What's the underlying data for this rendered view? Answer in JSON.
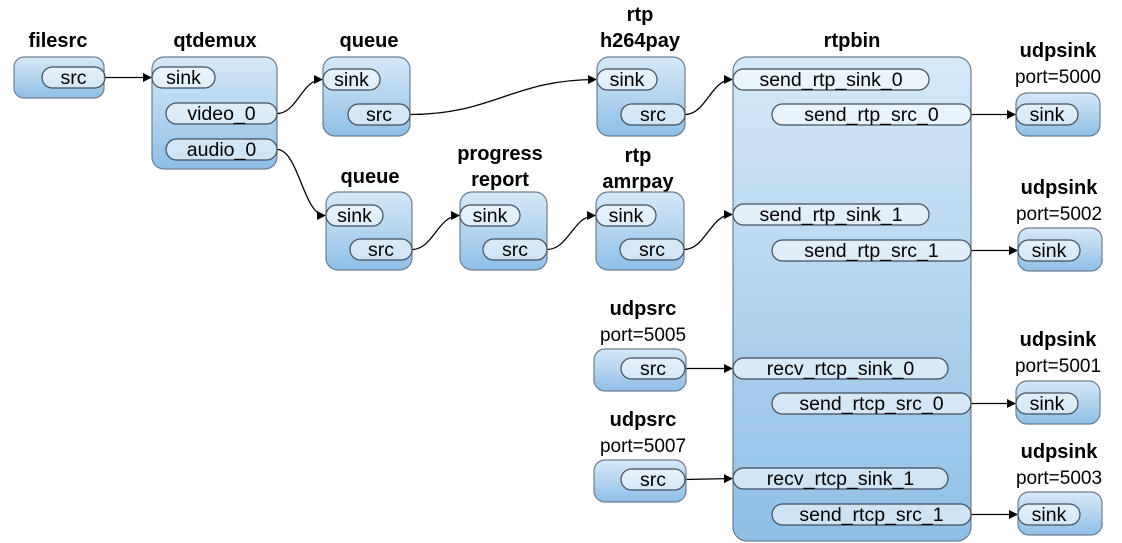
{
  "elements": {
    "filesrc": {
      "title": [
        "filesrc"
      ]
    },
    "qtdemux": {
      "title": [
        "qtdemux"
      ]
    },
    "queue1": {
      "title": [
        "queue"
      ]
    },
    "queue2": {
      "title": [
        "queue"
      ]
    },
    "h264pay": {
      "title": [
        "rtp",
        "h264pay"
      ]
    },
    "progress": {
      "title": [
        "progress",
        "report"
      ]
    },
    "amrpay": {
      "title": [
        "rtp",
        "amrpay"
      ]
    },
    "udpsrc1": {
      "title": [
        "udpsrc"
      ],
      "prop": "port=5005"
    },
    "udpsrc2": {
      "title": [
        "udpsrc"
      ],
      "prop": "port=5007"
    },
    "rtpbin": {
      "title": [
        "rtpbin"
      ]
    },
    "udpsink0": {
      "title": [
        "udpsink"
      ],
      "prop": "port=5000"
    },
    "udpsink1": {
      "title": [
        "udpsink"
      ],
      "prop": "port=5002"
    },
    "udpsink2": {
      "title": [
        "udpsink"
      ],
      "prop": "port=5001"
    },
    "udpsink3": {
      "title": [
        "udpsink"
      ],
      "prop": "port=5003"
    }
  },
  "pads": {
    "filesrc_src": "src",
    "qtdemux_sink": "sink",
    "qtdemux_video": "video_0",
    "qtdemux_audio": "audio_0",
    "queue1_sink": "sink",
    "queue1_src": "src",
    "queue2_sink": "sink",
    "queue2_src": "src",
    "h264pay_sink": "sink",
    "h264pay_src": "src",
    "progress_sink": "sink",
    "progress_src": "src",
    "amrpay_sink": "sink",
    "amrpay_src": "src",
    "udpsrc1_src": "src",
    "udpsrc2_src": "src",
    "rtpbin_send_rtp_sink_0": "send_rtp_sink_0",
    "rtpbin_send_rtp_src_0": "send_rtp_src_0",
    "rtpbin_send_rtp_sink_1": "send_rtp_sink_1",
    "rtpbin_send_rtp_src_1": "send_rtp_src_1",
    "rtpbin_recv_rtcp_sink_0": "recv_rtcp_sink_0",
    "rtpbin_send_rtcp_src_0": "send_rtcp_src_0",
    "rtpbin_recv_rtcp_sink_1": "recv_rtcp_sink_1",
    "rtpbin_send_rtcp_src_1": "send_rtcp_src_1",
    "udpsink0_sink": "sink",
    "udpsink1_sink": "sink",
    "udpsink2_sink": "sink",
    "udpsink3_sink": "sink"
  },
  "links": [
    {
      "from": "filesrc_src",
      "to": "qtdemux_sink"
    },
    {
      "from": "qtdemux_video",
      "to": "queue1_sink"
    },
    {
      "from": "qtdemux_audio",
      "to": "queue2_sink"
    },
    {
      "from": "queue1_src",
      "to": "h264pay_sink"
    },
    {
      "from": "queue2_src",
      "to": "progress_sink"
    },
    {
      "from": "progress_src",
      "to": "amrpay_sink"
    },
    {
      "from": "h264pay_src",
      "to": "rtpbin_send_rtp_sink_0"
    },
    {
      "from": "amrpay_src",
      "to": "rtpbin_send_rtp_sink_1"
    },
    {
      "from": "udpsrc1_src",
      "to": "rtpbin_recv_rtcp_sink_0"
    },
    {
      "from": "udpsrc2_src",
      "to": "rtpbin_recv_rtcp_sink_1"
    },
    {
      "from": "rtpbin_send_rtp_src_0",
      "to": "udpsink0_sink"
    },
    {
      "from": "rtpbin_send_rtp_src_1",
      "to": "udpsink1_sink"
    },
    {
      "from": "rtpbin_send_rtcp_src_0",
      "to": "udpsink2_sink"
    },
    {
      "from": "rtpbin_send_rtcp_src_1",
      "to": "udpsink3_sink"
    }
  ],
  "colors": {
    "element_fill_top": "#d6e9f8",
    "element_fill_bottom": "#8fbfe6",
    "element_border": "#6e7e8e",
    "pad_border": "#3e4e5e",
    "link": "#000000"
  }
}
